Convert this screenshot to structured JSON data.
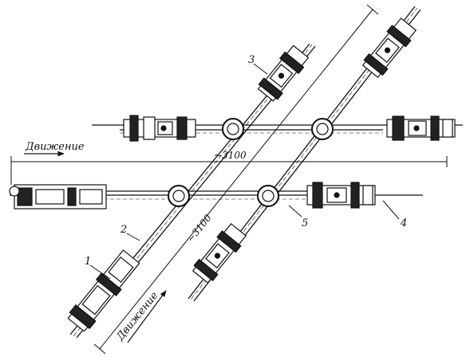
{
  "labels": {
    "motion_horizontal": "Движение",
    "motion_diagonal": "Движение",
    "dim_horizontal": "~3100",
    "dim_diagonal": "~3100",
    "callout_1": "1",
    "callout_2": "2",
    "callout_3": "3",
    "callout_4": "4",
    "callout_5": "5"
  },
  "colors": {
    "ink": "#111111",
    "paper": "#ffffff"
  }
}
